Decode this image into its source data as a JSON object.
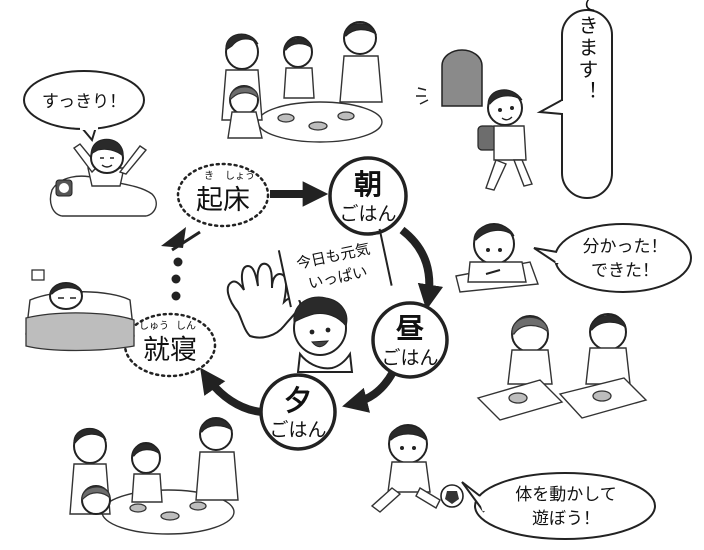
{
  "cycle": {
    "wake": {
      "label": "起床",
      "ruby_1": "き",
      "ruby_2": "しょう"
    },
    "breakfast": {
      "line1": "朝",
      "line2": "ごはん"
    },
    "lunch": {
      "line1": "昼",
      "line2": "ごはん"
    },
    "dinner": {
      "line1": "夕",
      "line2": "ごはん"
    },
    "sleep": {
      "label": "就寝",
      "ruby_1": "しゅう",
      "ruby_2": "しん"
    },
    "center_sign": {
      "line1": "今日も元気",
      "line2": "いっぱい"
    }
  },
  "bubbles": {
    "wake_up": "すっきり！",
    "leave_home": "行ってきます！",
    "study": {
      "line1": "分かった！",
      "line2": "できた！"
    },
    "play": {
      "line1": "体を動かして",
      "line2": "遊ぼう！"
    }
  },
  "colors": {
    "ink": "#222222",
    "shade": "#bdbdbd",
    "paper": "#ffffff"
  }
}
